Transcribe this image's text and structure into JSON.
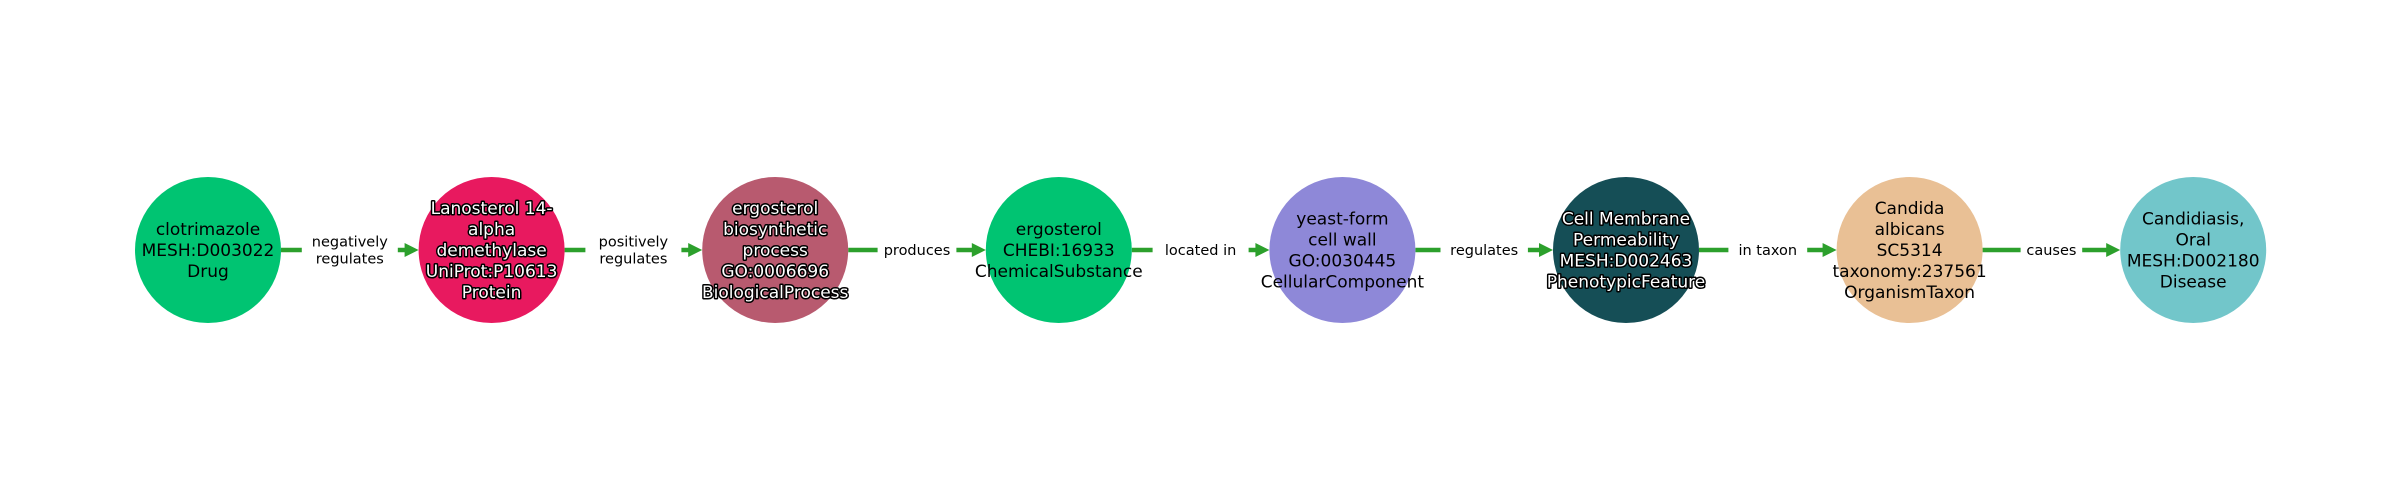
{
  "edge_color": "#2ca02c",
  "nodes": [
    {
      "lines": [
        "clotrimazole",
        "MESH:D003022",
        "Drug"
      ],
      "color": "#00c472",
      "outlined": false
    },
    {
      "lines": [
        "Lanosterol 14-",
        "alpha",
        "demethylase",
        "UniProt:P10613",
        "Protein"
      ],
      "color": "#e8195f",
      "outlined": true
    },
    {
      "lines": [
        "ergosterol",
        "biosynthetic",
        "process",
        "GO:0006696",
        "BiologicalProcess"
      ],
      "color": "#b85a6f",
      "outlined": true
    },
    {
      "lines": [
        "ergosterol",
        "CHEBI:16933",
        "ChemicalSubstance"
      ],
      "color": "#00c472",
      "outlined": false
    },
    {
      "lines": [
        "yeast-form",
        "cell wall",
        "GO:0030445",
        "CellularComponent"
      ],
      "color": "#8e88d8",
      "outlined": false
    },
    {
      "lines": [
        "Cell Membrane",
        "Permeability",
        "MESH:D002463",
        "PhenotypicFeature"
      ],
      "color": "#154e56",
      "outlined": true
    },
    {
      "lines": [
        "Candida",
        "albicans",
        "SC5314",
        "taxonomy:237561",
        "OrganismTaxon"
      ],
      "color": "#e9c095",
      "outlined": false
    },
    {
      "lines": [
        "Candidiasis,",
        "Oral",
        "MESH:D002180",
        "Disease"
      ],
      "color": "#72c6ca",
      "outlined": false
    }
  ],
  "edges": [
    {
      "lines": [
        "negatively",
        "regulates"
      ]
    },
    {
      "lines": [
        "positively",
        "regulates"
      ]
    },
    {
      "lines": [
        "produces"
      ]
    },
    {
      "lines": [
        "located in"
      ]
    },
    {
      "lines": [
        "regulates"
      ]
    },
    {
      "lines": [
        "in taxon"
      ]
    },
    {
      "lines": [
        "causes"
      ]
    }
  ]
}
